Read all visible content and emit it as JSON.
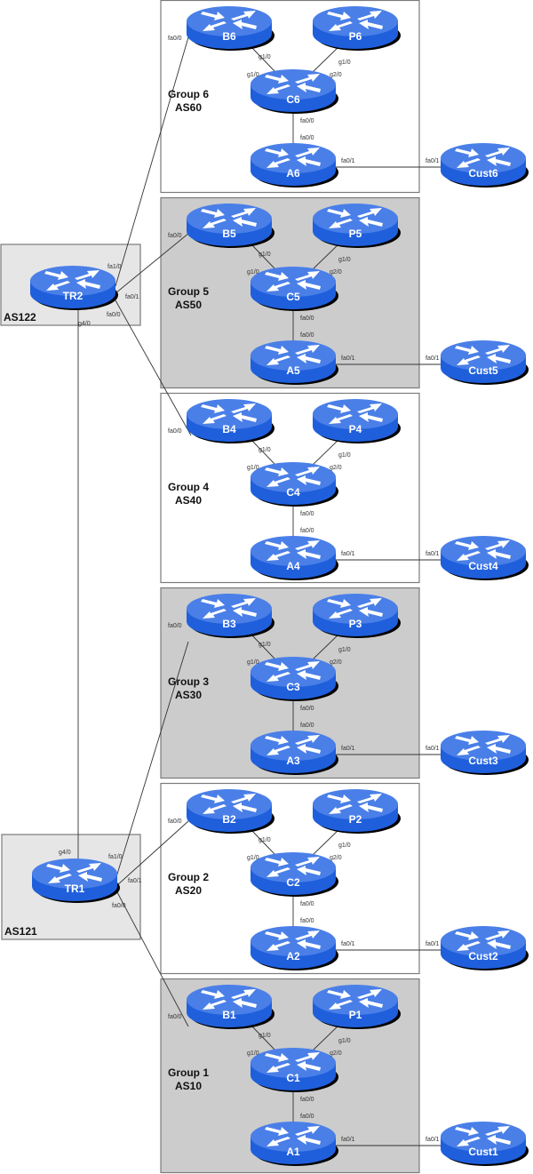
{
  "diagram": {
    "colors": {
      "router_top": "#4a7fe8",
      "router_side": "#1f5fdc",
      "router_shadow": "#000000",
      "router_arrows": "#ffffff",
      "group_gray_fill": "#cccccc",
      "group_white_fill": "#ffffff",
      "as_box_fill": "#e6e6e6"
    },
    "transit": [
      {
        "id": "as122",
        "as_label": "AS122",
        "router": "TR2",
        "ifaces": {
          "up": "g4/0",
          "fa10": "fa1/0",
          "fa01": "fa0/1",
          "fa00": "fa0/0"
        }
      },
      {
        "id": "as121",
        "as_label": "AS121",
        "router": "TR1",
        "ifaces": {
          "up": "g4/0",
          "fa10": "fa1/0",
          "fa01": "fa0/1",
          "fa00": "fa0/0"
        }
      }
    ],
    "groups": [
      {
        "group_label": "Group 6",
        "as_label": "AS60",
        "style": "white",
        "routers": {
          "B": "B6",
          "P": "P6",
          "C": "C6",
          "A": "A6",
          "Cust": "Cust6"
        }
      },
      {
        "group_label": "Group 5",
        "as_label": "AS50",
        "style": "gray",
        "routers": {
          "B": "B5",
          "P": "P5",
          "C": "C5",
          "A": "A5",
          "Cust": "Cust5"
        }
      },
      {
        "group_label": "Group 4",
        "as_label": "AS40",
        "style": "white",
        "routers": {
          "B": "B4",
          "P": "P4",
          "C": "C4",
          "A": "A4",
          "Cust": "Cust4"
        }
      },
      {
        "group_label": "Group 3",
        "as_label": "AS30",
        "style": "gray",
        "routers": {
          "B": "B3",
          "P": "P3",
          "C": "C3",
          "A": "A3",
          "Cust": "Cust3"
        }
      },
      {
        "group_label": "Group 2",
        "as_label": "AS20",
        "style": "white",
        "routers": {
          "B": "B2",
          "P": "P2",
          "C": "C2",
          "A": "A2",
          "Cust": "Cust2"
        }
      },
      {
        "group_label": "Group 1",
        "as_label": "AS10",
        "style": "gray",
        "routers": {
          "B": "B1",
          "P": "P1",
          "C": "C1",
          "A": "A1",
          "Cust": "Cust1"
        }
      }
    ],
    "group_iface_labels": {
      "b_uplink": "fa0/0",
      "b_to_c": "g1/0",
      "c_from_b": "g1/0",
      "p_to_c": "g1/0",
      "c_from_p": "g2/0",
      "c_to_a": "fa0/0",
      "a_from_c": "fa0/0",
      "a_to_cust": "fa0/1",
      "cust_from_a": "fa0/1"
    },
    "connections": [
      {
        "from": "TR2",
        "from_iface": "fa1/0",
        "to": "B6",
        "to_iface": "fa0/0"
      },
      {
        "from": "TR2",
        "from_iface": "fa0/1",
        "to": "B5",
        "to_iface": "fa0/0"
      },
      {
        "from": "TR2",
        "from_iface": "fa0/0",
        "to": "B4",
        "to_iface": "fa0/0"
      },
      {
        "from": "TR2",
        "from_iface": "g4/0",
        "to": "TR1",
        "to_iface": "g4/0"
      },
      {
        "from": "TR1",
        "from_iface": "fa1/0",
        "to": "B3",
        "to_iface": "fa0/0"
      },
      {
        "from": "TR1",
        "from_iface": "fa0/1",
        "to": "B2",
        "to_iface": "fa0/0"
      },
      {
        "from": "TR1",
        "from_iface": "fa0/0",
        "to": "B1",
        "to_iface": "fa0/0"
      }
    ]
  }
}
